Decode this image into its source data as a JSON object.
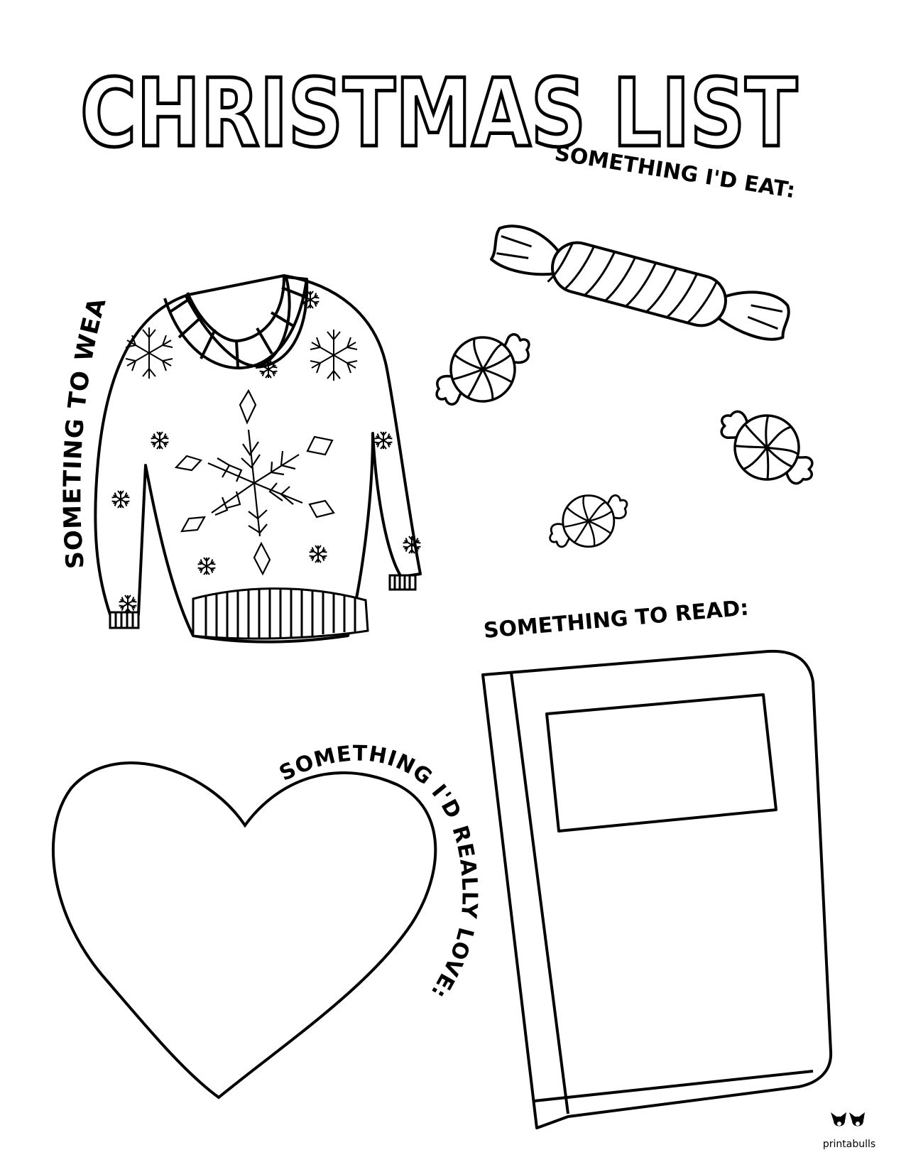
{
  "page": {
    "title": "CHRISTMAS LIST",
    "colors": {
      "ink": "#000000",
      "paper": "#ffffff"
    }
  },
  "sections": {
    "wear": {
      "label": "SOMETING TO WEAR:",
      "icon": "sweater-icon"
    },
    "eat": {
      "label": "SOMETHING I'D EAT:",
      "icon": "candy-icon"
    },
    "read": {
      "label": "SOMETHING TO READ:",
      "icon": "book-icon"
    },
    "love": {
      "label": "SOMETHING I'D REALLY LOVE:",
      "icon": "heart-icon"
    }
  },
  "logo": {
    "text": "printabulls",
    "icon": "bulldog-logo-icon"
  }
}
